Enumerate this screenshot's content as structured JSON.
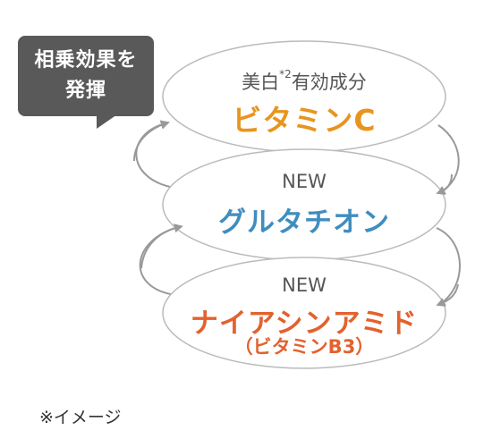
{
  "badge": {
    "line1": "相乗効果を",
    "line2": "発揮"
  },
  "rings": [
    {
      "sub_prefix": "美白",
      "sub_marker": "*2",
      "sub_suffix": "有効成分",
      "main": "ビタミンC",
      "main_color": "#e8951f"
    },
    {
      "sub": "NEW",
      "main": "グルタチオン",
      "main_color": "#3f8dbf"
    },
    {
      "sub": "NEW",
      "main": "ナイアシンアミド",
      "note": "（ビタミンB3）",
      "main_color": "#e2622e"
    }
  ],
  "colors": {
    "ring": "#bbbbbb",
    "arrow": "#999999",
    "badge": "#595959"
  },
  "footnote": "※イメージ"
}
